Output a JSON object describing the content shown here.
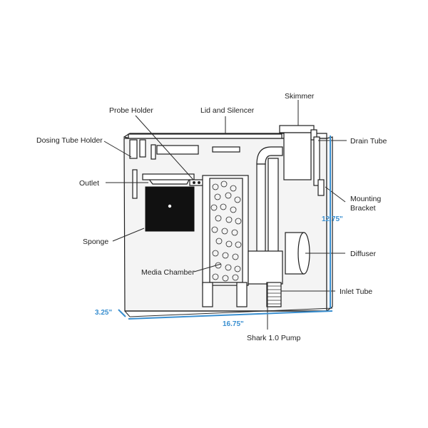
{
  "colors": {
    "dimension_blue": "#3a8fd0",
    "line": "#2a2a2a",
    "sponge_fill": "#111111",
    "background": "#ffffff"
  },
  "labels": {
    "skimmer": "Skimmer",
    "probe_holder": "Probe Holder",
    "lid_and_silencer": "Lid and Silencer",
    "dosing_tube_holder": "Dosing Tube Holder",
    "drain_tube": "Drain Tube",
    "outlet": "Outlet",
    "mounting_bracket_line1": "Mounting",
    "mounting_bracket_line2": "Bracket",
    "sponge": "Sponge",
    "diffuser": "Diffuser",
    "media_chamber": "Media Chamber",
    "inlet_tube": "Inlet Tube",
    "shark_pump": "Shark 1.0 Pump"
  },
  "dimensions": {
    "height": "12.75\"",
    "width": "16.75\"",
    "depth": "3.25\""
  }
}
